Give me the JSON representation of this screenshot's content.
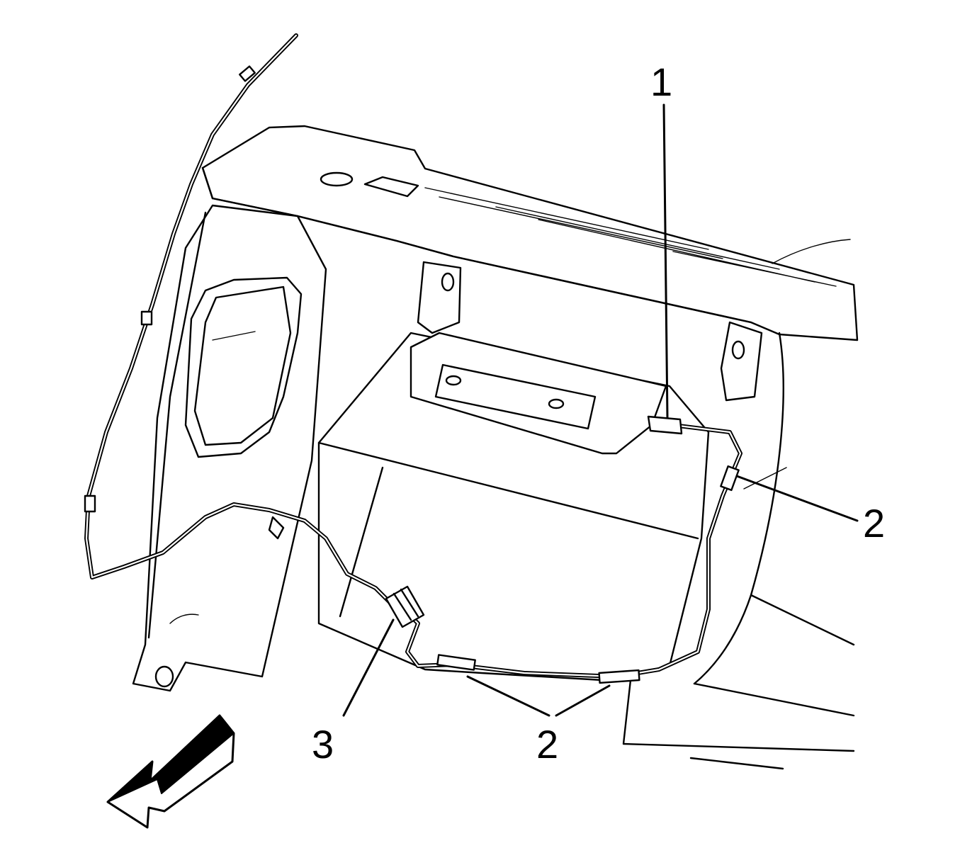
{
  "callouts": {
    "c1": "1",
    "c2_right": "2",
    "c2_bottom": "2",
    "c3": "3"
  },
  "colors": {
    "line": "#000000",
    "background": "#ffffff"
  },
  "icons": {
    "direction_arrow": "forward-direction-arrow-icon"
  }
}
